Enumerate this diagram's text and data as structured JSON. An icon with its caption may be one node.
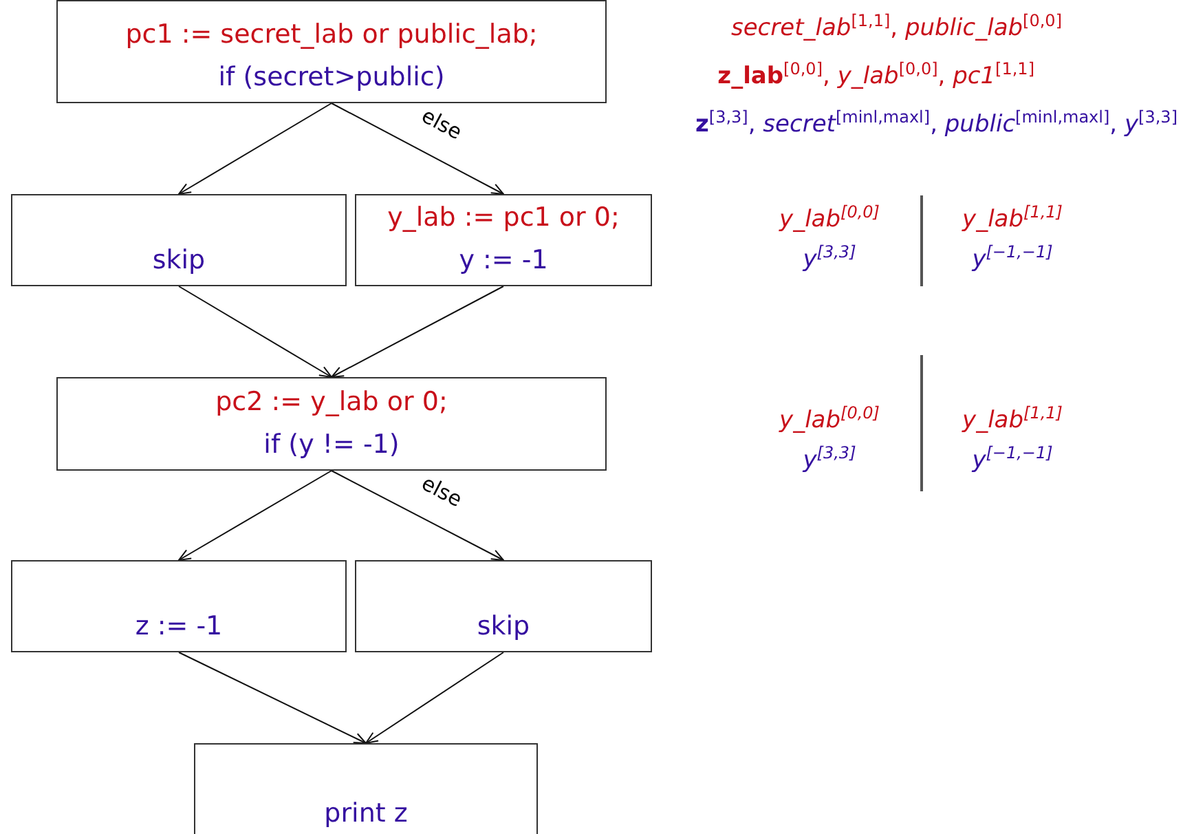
{
  "diagram": {
    "nodes": [
      {
        "text": [
          "pc1 := secret_lab or public_lab;",
          "if (secret>public)"
        ]
      },
      {
        "text": [
          "skip"
        ]
      },
      {
        "text": [
          "y_lab := pc1 or 0;",
          "y := -1"
        ]
      },
      {
        "text": [
          "pc2 := y_lab or 0;",
          "if (y != -1)"
        ]
      },
      {
        "text": [
          "z := -1"
        ]
      },
      {
        "text": [
          "skip"
        ]
      },
      {
        "text": [
          "print z"
        ]
      }
    ],
    "edges": [
      {
        "from": 0,
        "to": 1,
        "arrow": "to"
      },
      {
        "from": 0,
        "to": 2,
        "arrow": "to",
        "label": "else"
      },
      {
        "from": 1,
        "to": 3,
        "arrow": "to"
      },
      {
        "from": 2,
        "to": 3,
        "arrow": "to"
      },
      {
        "from": 3,
        "to": 4,
        "arrow": "to"
      },
      {
        "from": 3,
        "to": 5,
        "arrow": "to",
        "label": "else"
      },
      {
        "from": 4,
        "to": 6,
        "arrow": "to"
      },
      {
        "from": 5,
        "to": 6,
        "arrow": "to"
      }
    ],
    "labels": [
      "*secret_lab*$^{[1,1]}$, *public_lab*$^{[0,0]}$",
      "**z_lab**$^{[0,0]}$, *y_lab*$^{[0,0]}$, *pc1*$^{[1,1]}$",
      "**z**$^{[3,3]}$, *secret*$^{[minl,maxl]}$, *public*$^{[minl,maxl]}$, *y*$^{[3,3]}$",
      "*y_lab*$^{[0,0]}$",
      "*y_lab*$^{[1,1]}$",
      "*y*$^{[3,3]}$",
      "*y*$^{[−1,−1]}$",
      "*y_lab*$^{[0,0]}$",
      "*y_lab*$^{[1,1]}$",
      "*y*$^{[3,3]}$",
      "*y*$^{[−1,−1]}$"
    ]
  }
}
